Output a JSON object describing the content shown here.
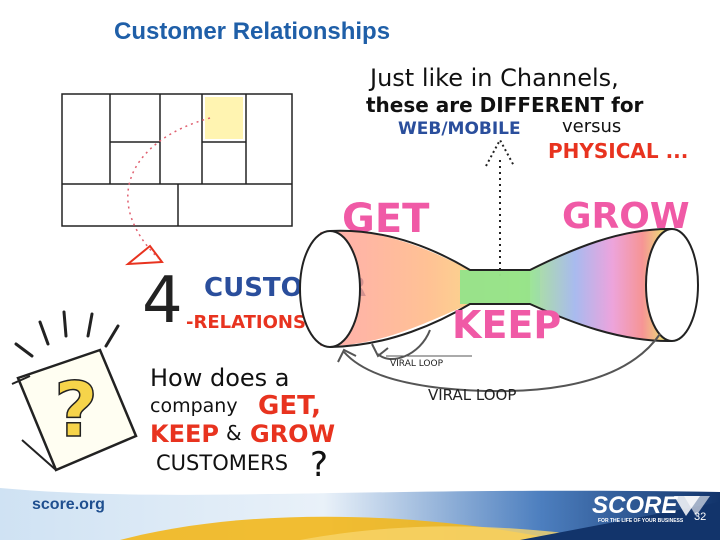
{
  "slide": {
    "title": "Customer Relationships",
    "page_number": "32"
  },
  "sketch": {
    "heading_line1": "Just like in Channels,",
    "heading_line2": "these are DIFFERENT for",
    "web_mobile": "WEB/MOBILE",
    "versus": "versus",
    "physical": "PHYSICAL ...",
    "get": "GET",
    "grow": "GROW",
    "keep": "KEEP",
    "number": "4",
    "customer": "CUSTOMER",
    "relationships": "-RELATIONSHIPS",
    "viral_loop_small": "VIRAL LOOP",
    "viral_loop_large": "VIRAL LOOP",
    "question_line1": "How does a",
    "question_company": "company",
    "question_get": "GET,",
    "question_keep": "KEEP",
    "question_amp": "&",
    "question_grow": "GROW",
    "question_customers": "CUSTOMERS",
    "question_mark": "?",
    "icon_question": "?"
  },
  "footer": {
    "url": "score.org",
    "brand": "SCORE",
    "tagline": "FOR THE LIFE OF YOUR BUSINESS",
    "trademark": "™"
  },
  "colors": {
    "title_blue": "#1f5fa8",
    "pink": "#f05aa6",
    "red": "#e8331f",
    "blue_ink": "#2a4e9c",
    "highlight_yellow": "#fff3a8",
    "footer_navy": "#12346b",
    "footer_gold": "#f2b71c"
  }
}
